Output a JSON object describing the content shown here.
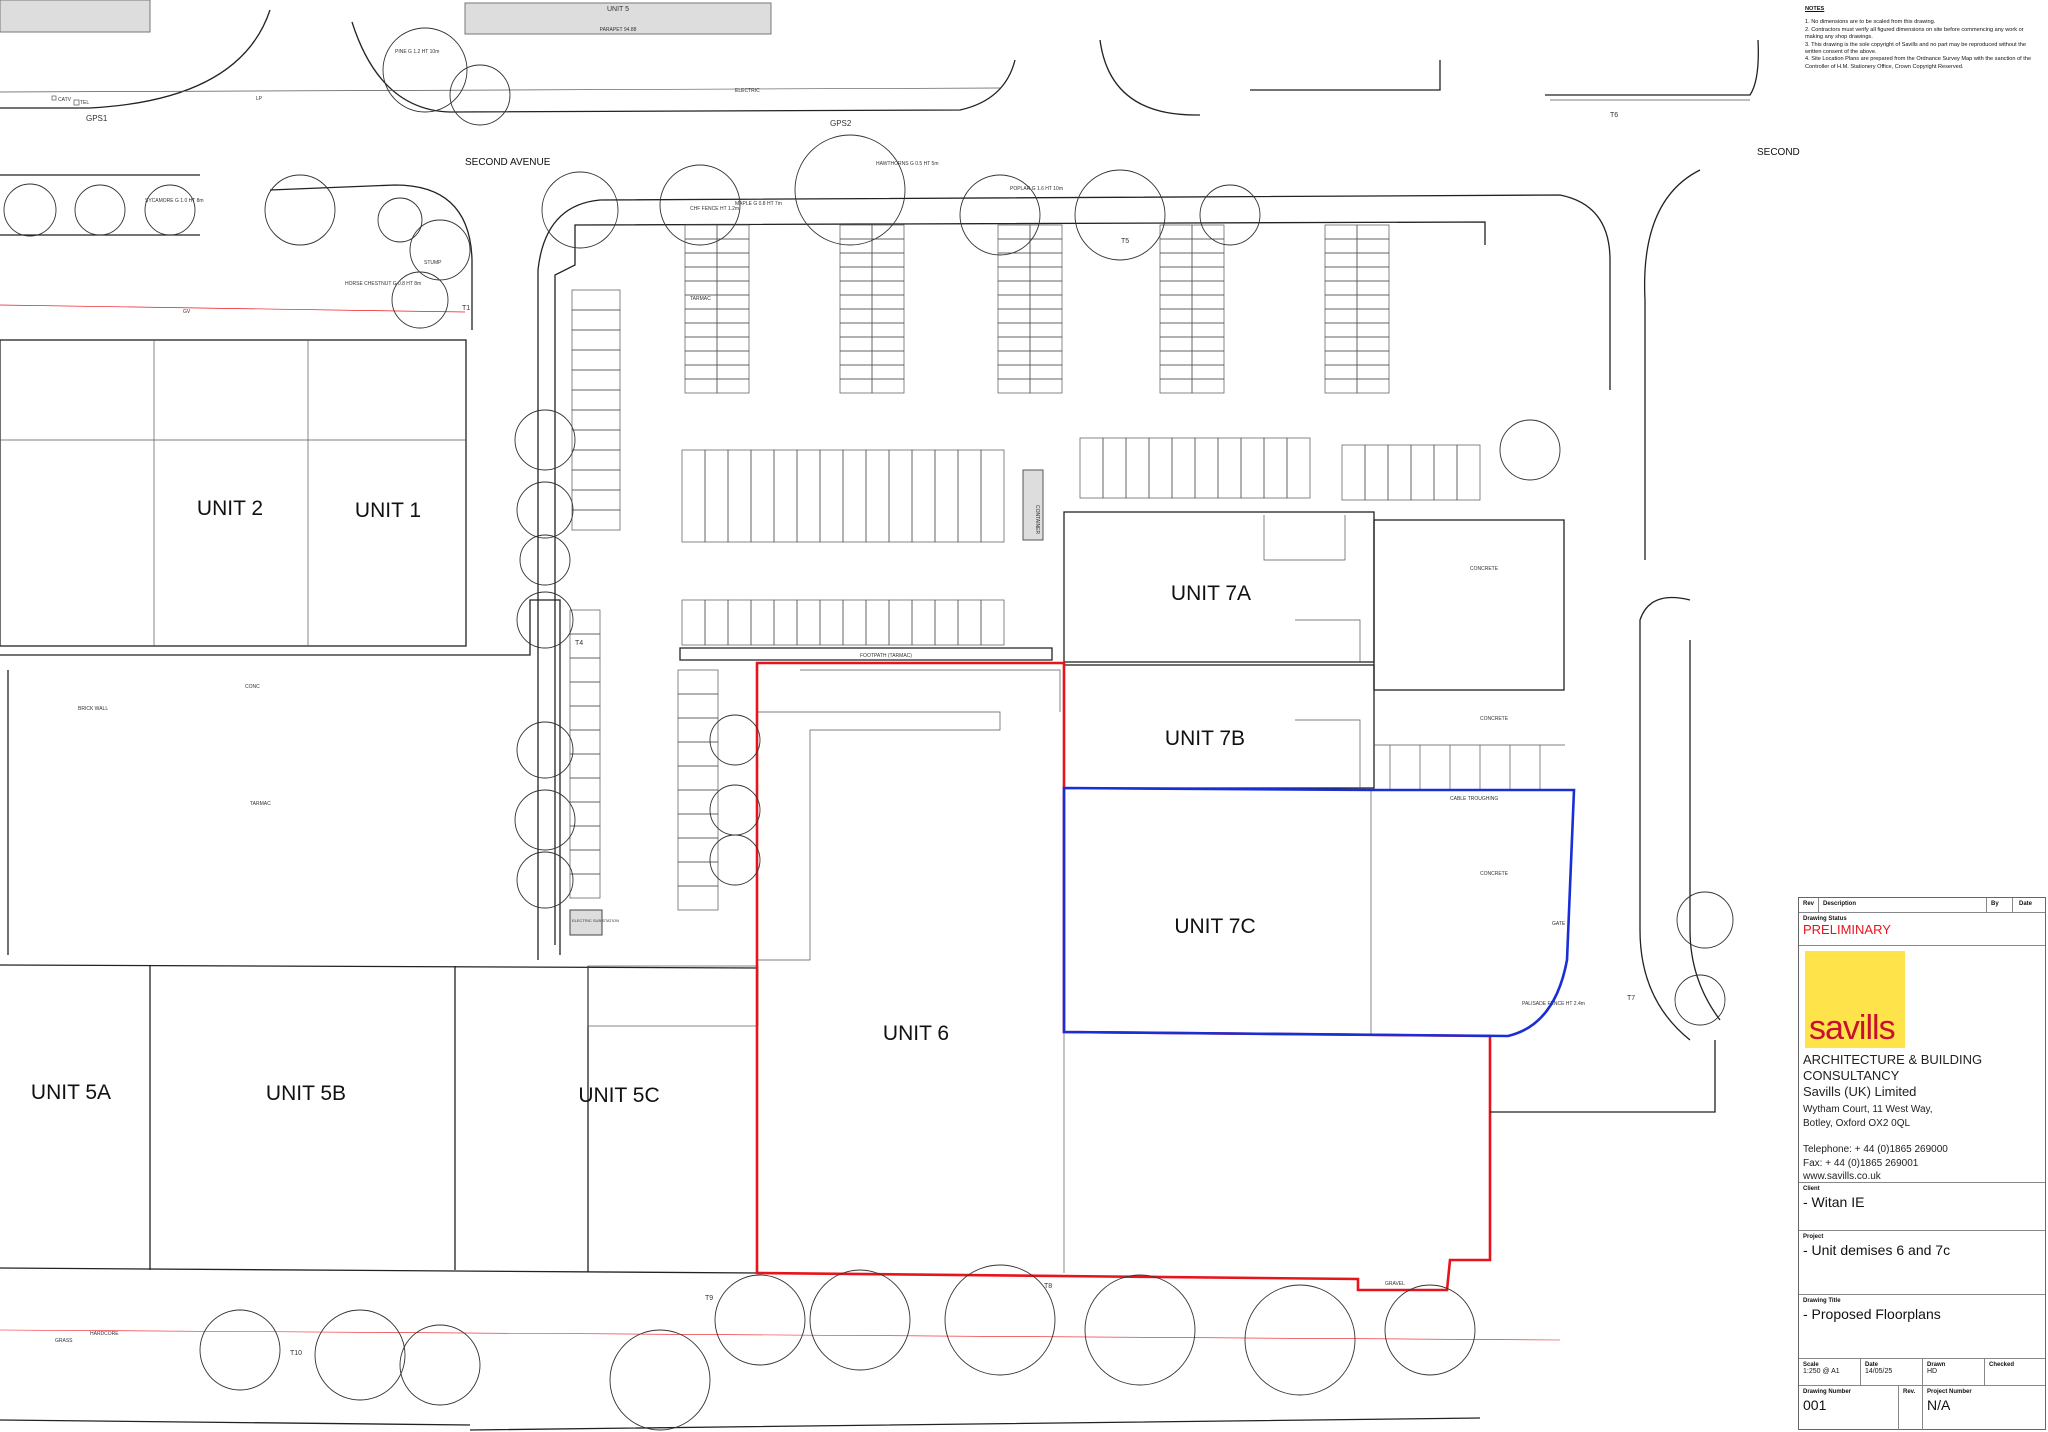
{
  "plan": {
    "units": {
      "unit5_top": "UNIT 5",
      "unit1": "UNIT 1",
      "unit2": "UNIT 2",
      "unit5a": "UNIT 5A",
      "unit5b": "UNIT 5B",
      "unit5c": "UNIT 5C",
      "unit6": "UNIT 6",
      "unit7a": "UNIT 7A",
      "unit7b": "UNIT 7B",
      "unit7c": "UNIT 7C"
    },
    "roads": {
      "second_avenue": "SECOND AVENUE",
      "second": "SECOND"
    },
    "markers": {
      "gps1": "GPS1",
      "gps2": "GPS2",
      "t1": "T1",
      "t4": "T4",
      "t5": "T5",
      "t6": "T6",
      "t7": "T7",
      "t8": "T8",
      "t9": "T9",
      "t10": "T10"
    },
    "annotations": {
      "parapet": "PARAPET 94.88",
      "footpath": "FOOTPATH (TARMAC)",
      "tarmac": "TARMAC",
      "concrete": "CONCRETE",
      "gate": "GATE",
      "palisade": "PALISADE FENCE HT 2.4m",
      "electric_sub": "ELECTRIC SUB STATION",
      "cable_troughing": "CABLE TROUGHING",
      "hardcore": "HARDCORE",
      "grass": "GRASS",
      "gravel": "GRAVEL",
      "conc": "CONC",
      "brick_wall": "BRICK WALL",
      "chf_fence": "CHF FENCE HT 1.2m",
      "hawthorns": "HAWTHORNS G 0.5 HT 5m",
      "poplar": "POPLAR G 1.6 HT 10m",
      "maple": "MAPLE G 0.8 HT 7m",
      "pine": "PINE G 1.2 HT 10m",
      "sycamore": "SYCAMORE G 1.0 HT 8m",
      "horse_chestnut": "HORSE CHESTNUT G 0.8 HT 8m",
      "stump": "STUMP",
      "container": "CONTAINER",
      "electric": "ELECTRIC",
      "catv": "CATV",
      "tel": "TEL",
      "gv": "GV",
      "lp": "LP"
    },
    "colors": {
      "unit6_outline": "#e8141b",
      "unit7c_outline": "#1a2ed6",
      "logo_bg": "#ffe34a",
      "logo_text": "#c8102e",
      "status": "#e8141b"
    }
  },
  "notes": {
    "heading": "NOTES",
    "items": [
      "1. No dimensions are to be scaled from this drawing.",
      "2. Contractors must verify all figured dimensions on site before commencing any work or making any shop drawings.",
      "3. This drawing is the sole copyright of Savills and no part may be reproduced without the written consent of the above.",
      "4. Site Location Plans are prepared from the Ordnance Survey Map with the sanction of the Controller of H.M. Stationery Office, Crown Copyright Reserved."
    ]
  },
  "title_block": {
    "rev_header": {
      "rev": "Rev",
      "description": "Description",
      "by": "By",
      "date": "Date"
    },
    "drawing_status_label": "Drawing Status",
    "drawing_status": "PRELIMINARY",
    "logo_text": "savills",
    "company": {
      "line1": "ARCHITECTURE & BUILDING",
      "line2": "CONSULTANCY",
      "name": "Savills (UK) Limited",
      "address1": "Wytham Court, 11 West Way,",
      "address2": "Botley, Oxford OX2 0QL",
      "telephone": "Telephone: + 44 (0)1865 269000",
      "fax": "Fax: + 44 (0)1865 269001",
      "web": "www.savills.co.uk"
    },
    "client_label": "Client",
    "client": "- Witan IE",
    "project_label": "Project",
    "project": "- Unit demises 6 and 7c",
    "title_label": "Drawing Title",
    "title": "- Proposed Floorplans",
    "scale_label": "Scale",
    "scale": "1:250 @ A1",
    "date_label": "Date",
    "date": "14/05/25",
    "drawn_label": "Drawn",
    "drawn": "HD",
    "checked_label": "Checked",
    "checked": "",
    "drawing_number_label": "Drawing Number",
    "drawing_number": "001",
    "rev_label": "Rev.",
    "rev": "",
    "project_number_label": "Project Number",
    "project_number": "N/A"
  }
}
